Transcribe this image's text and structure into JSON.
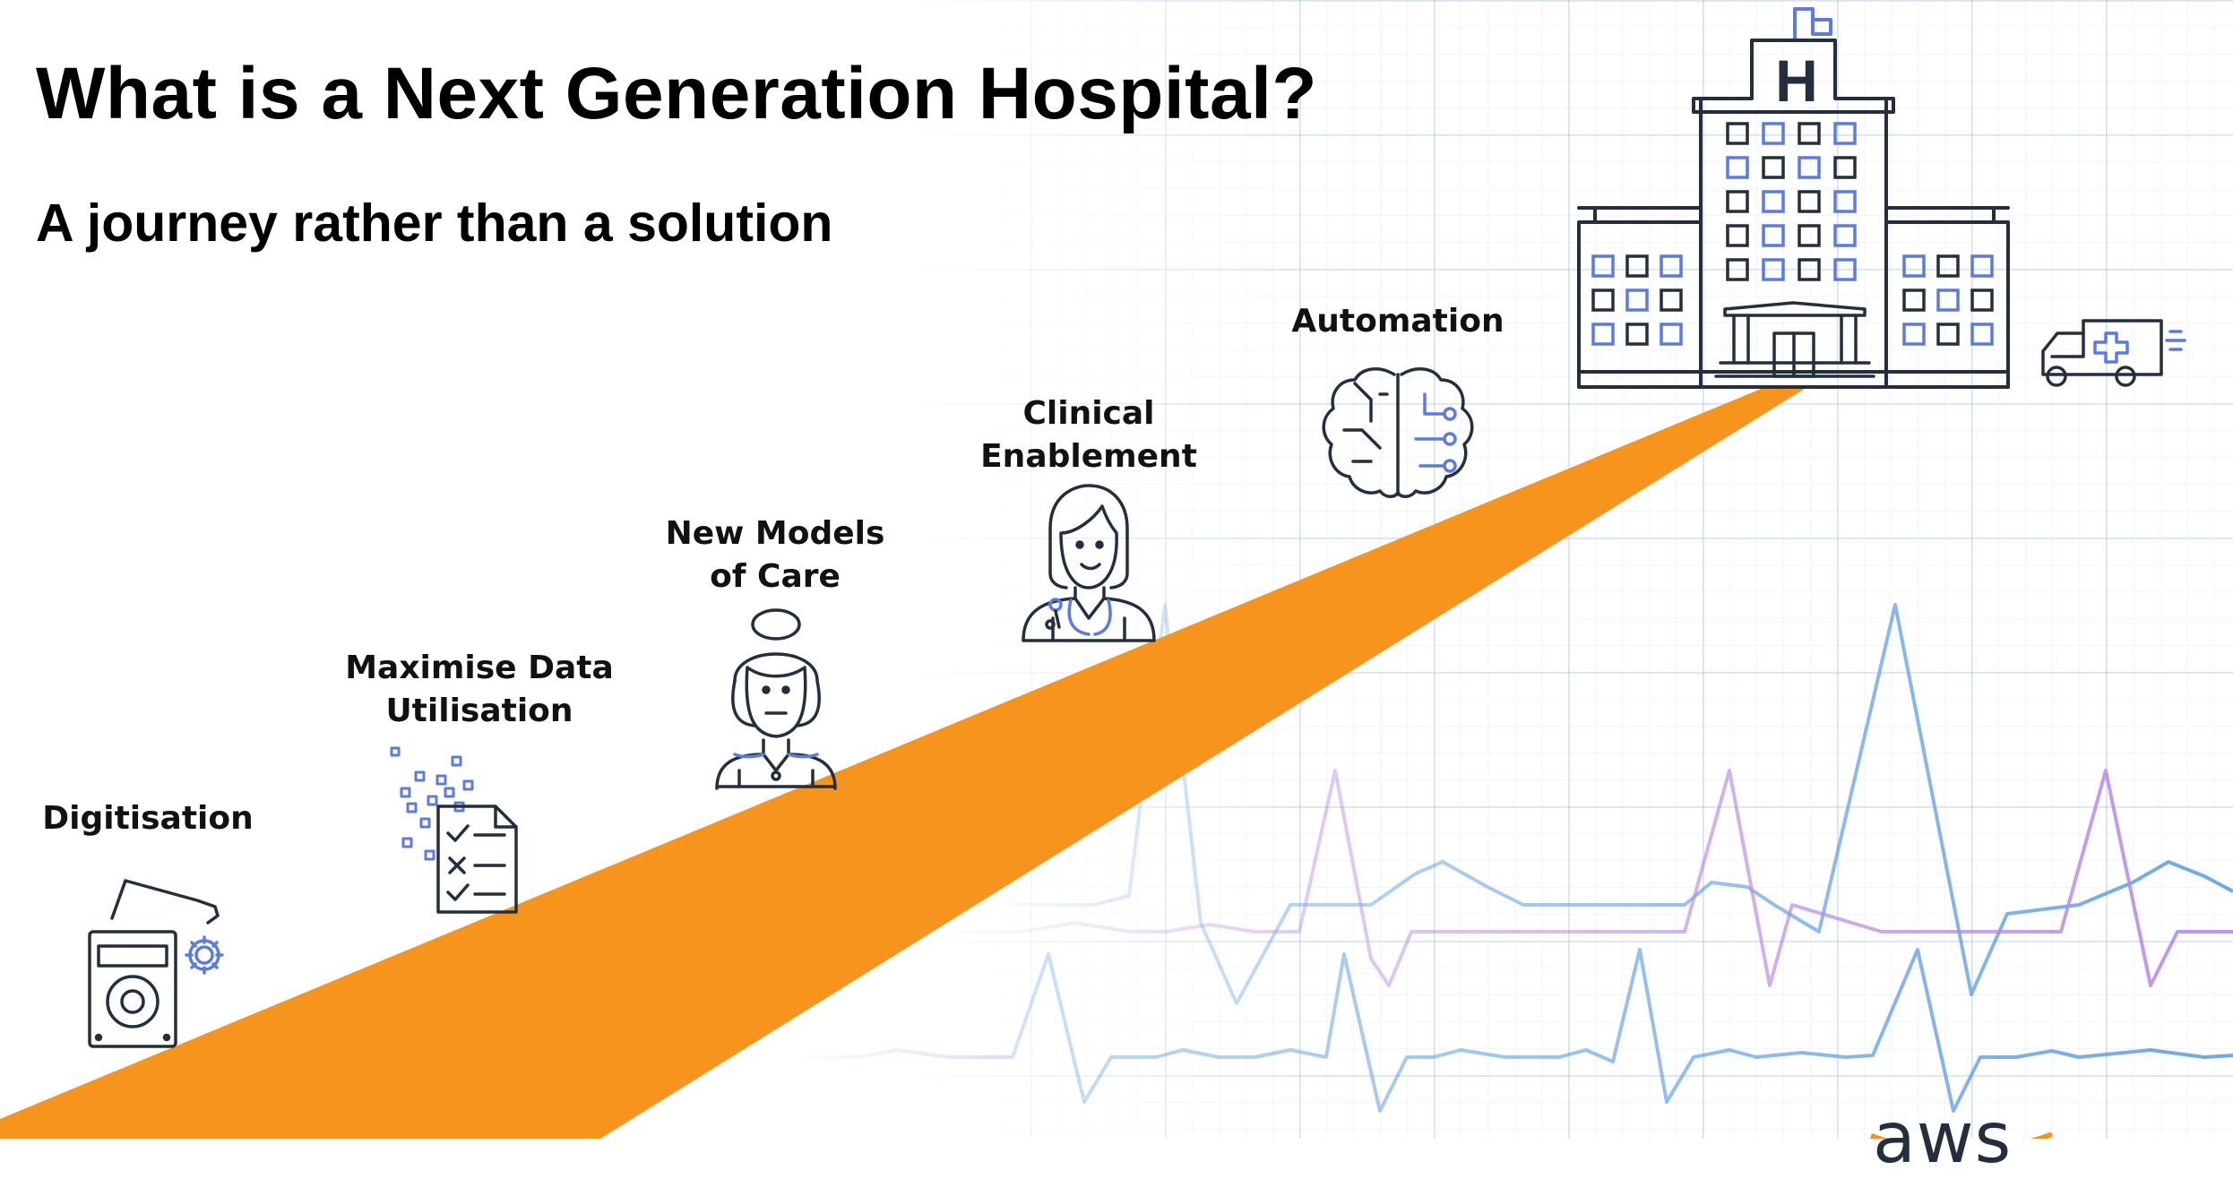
{
  "slide": {
    "title": "What is a Next Generation Hospital?",
    "subtitle": "A journey rather than a solution"
  },
  "steps": [
    {
      "lines": [
        "Digitisation"
      ],
      "icon": "hard-drive-gear-icon"
    },
    {
      "lines": [
        "Maximise Data",
        "Utilisation"
      ],
      "icon": "data-checklist-icon"
    },
    {
      "lines": [
        "New Models",
        "of Care"
      ],
      "icon": "nurse-icon"
    },
    {
      "lines": [
        "Clinical",
        "Enablement"
      ],
      "icon": "doctor-icon"
    },
    {
      "lines": [
        "Automation"
      ],
      "icon": "ai-brain-icon"
    }
  ],
  "destination": {
    "building_sign": "H",
    "icon": "hospital-building-icon",
    "vehicle_icon": "ambulance-icon"
  },
  "logo": {
    "text": "aws",
    "icon": "aws-logo-icon"
  },
  "colors": {
    "road": "#F7941D",
    "icon_stroke": "#232F3E",
    "accent_blue": "#5B7BE0",
    "ecg_blue": "#5F9EE5",
    "ecg_purple": "#B888E6"
  }
}
